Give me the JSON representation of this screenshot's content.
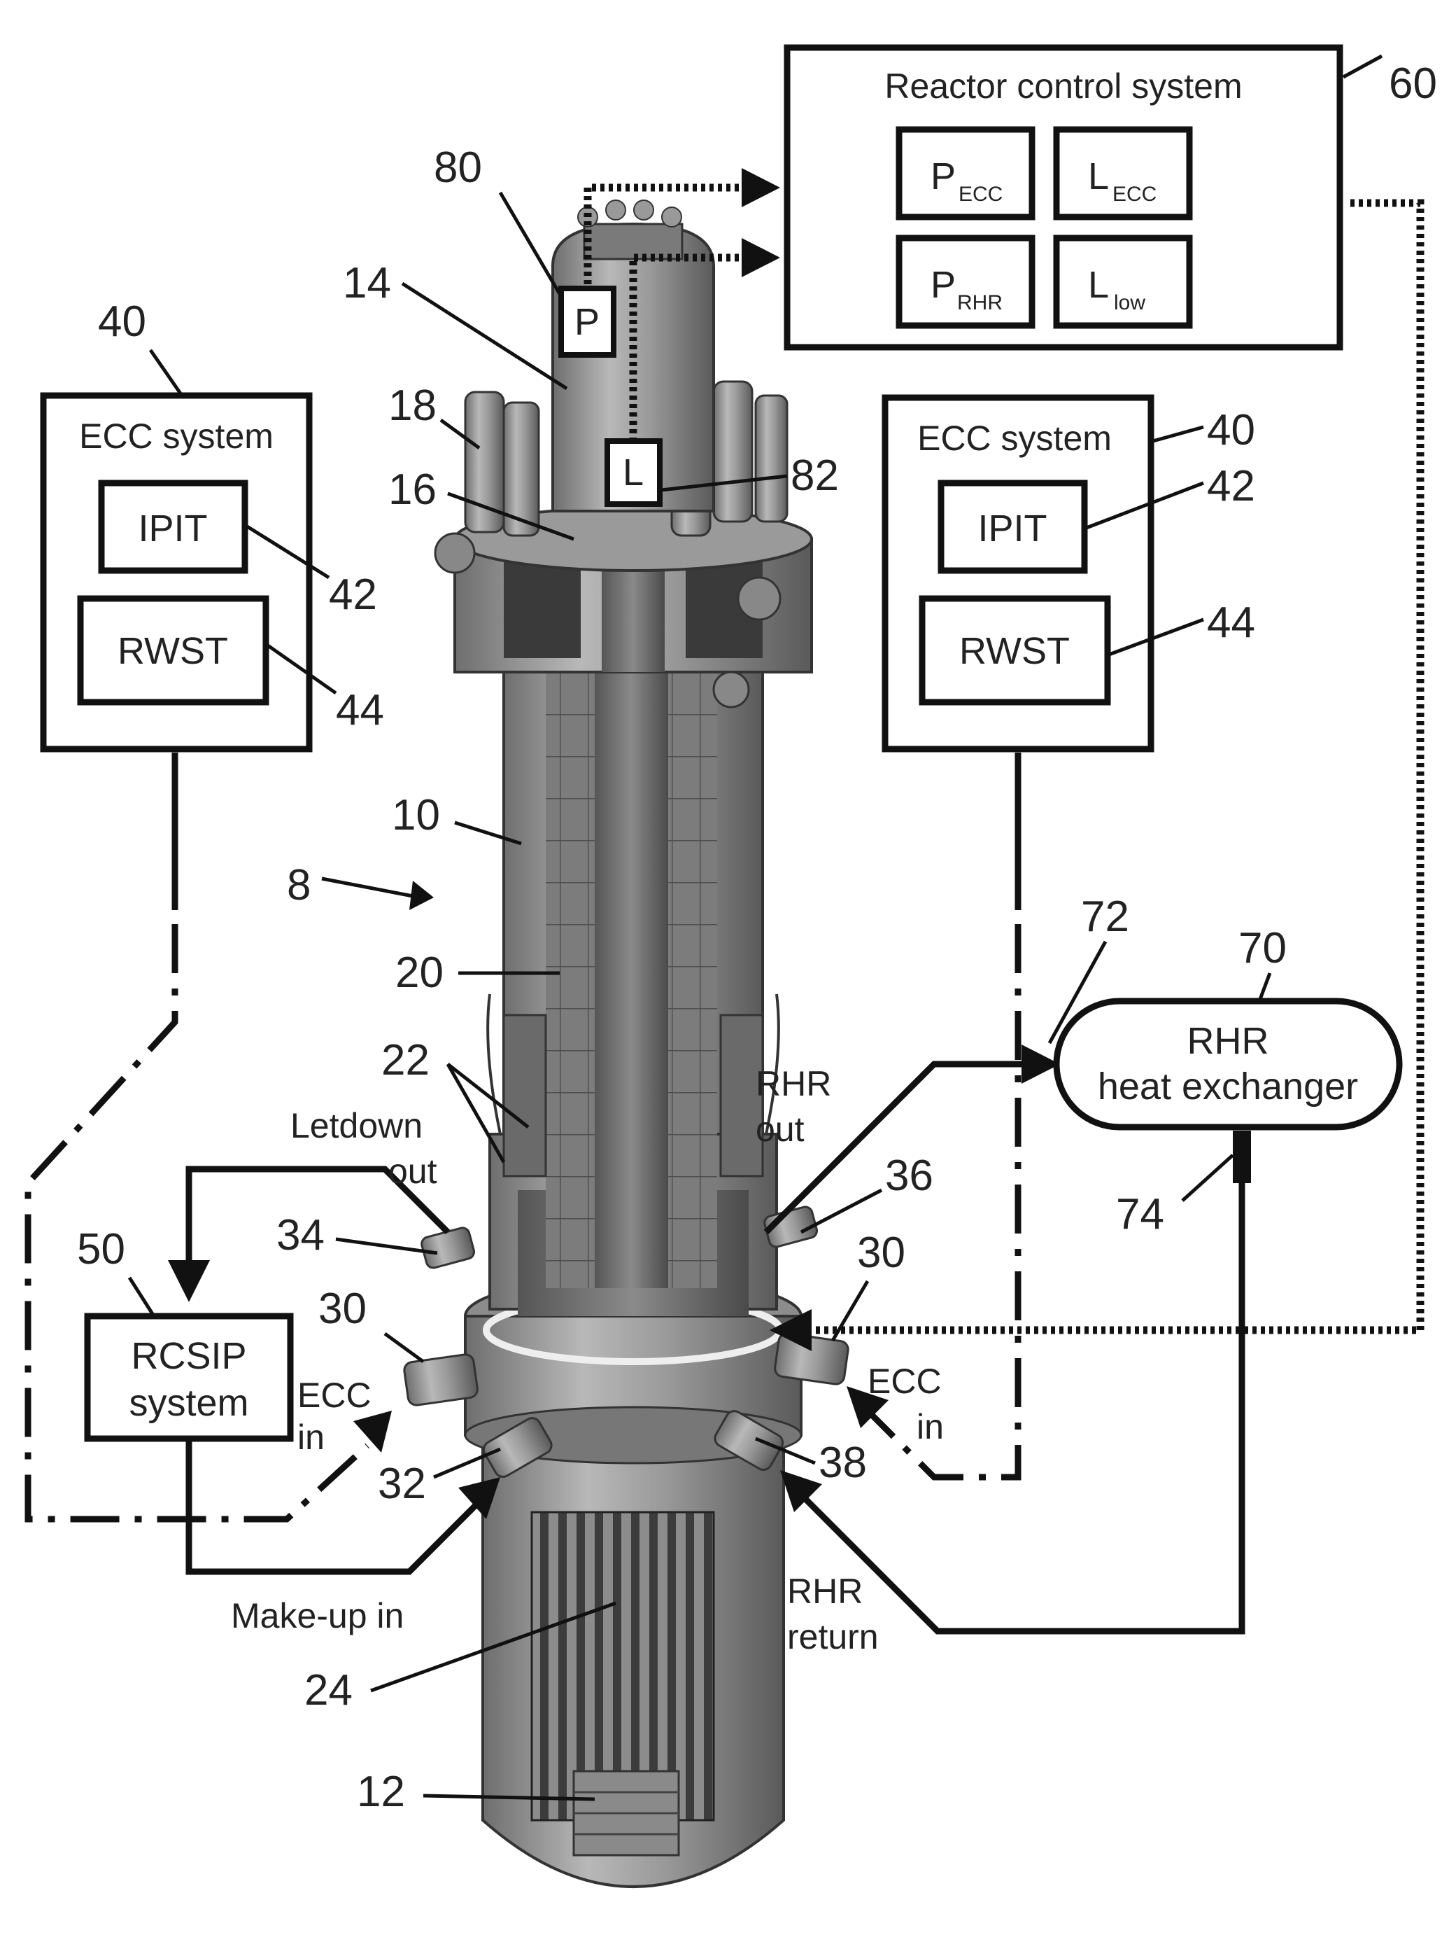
{
  "control": {
    "title": "Reactor control system",
    "ref": "60",
    "p_ecc": "P",
    "p_ecc_sub": "ECC",
    "l_ecc": "L",
    "l_ecc_sub": "ECC",
    "p_rhr": "P",
    "p_rhr_sub": "RHR",
    "l_low": "L",
    "l_low_sub": "low"
  },
  "ecc_left": {
    "title": "ECC system",
    "ref": "40",
    "ipit": "IPIT",
    "ipit_ref": "42",
    "rwst": "RWST",
    "rwst_ref": "44"
  },
  "ecc_right": {
    "title": "ECC system",
    "ref": "40",
    "ipit": "IPIT",
    "ipit_ref": "42",
    "rwst": "RWST",
    "rwst_ref": "44"
  },
  "rcsip": {
    "line1": "RCSIP",
    "line2": "system",
    "ref": "50"
  },
  "rhr_hx": {
    "line1": "RHR",
    "line2": "heat exchanger",
    "ref": "70",
    "inlet_ref": "72",
    "outlet_ref": "74"
  },
  "sensors": {
    "pressure": "P",
    "pressure_ref": "80",
    "level": "L",
    "level_ref": "82"
  },
  "refs": {
    "r8": "8",
    "r10": "10",
    "r12": "12",
    "r14": "14",
    "r16": "16",
    "r18": "18",
    "r20": "20",
    "r22": "22",
    "r24": "24",
    "r30a": "30",
    "r30b": "30",
    "r32": "32",
    "r34": "34",
    "r36": "36",
    "r38": "38"
  },
  "flows": {
    "letdown1": "Letdown",
    "letdown2": "out",
    "rhr_out1": "RHR",
    "rhr_out2": "out",
    "ecc_in_l1": "ECC",
    "ecc_in_l2": "in",
    "ecc_in_r1": "ECC",
    "ecc_in_r2": "in",
    "makeup": "Make-up in",
    "rhr_return1": "RHR",
    "rhr_return2": "return"
  }
}
